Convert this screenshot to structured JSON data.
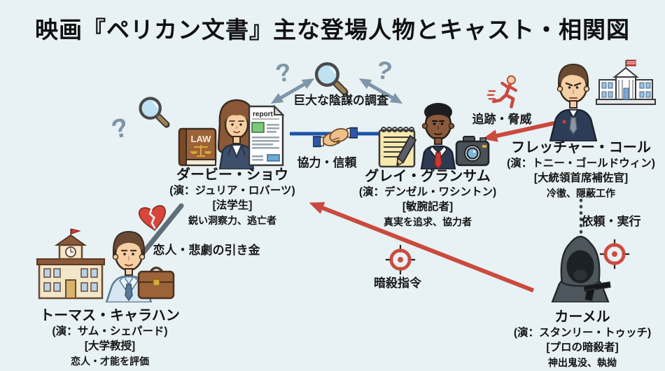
{
  "page": {
    "title": "映画『ペリカン文書』主な登場人物とキャスト・相関図"
  },
  "characters": {
    "darby": {
      "name": "ダービー・ショウ",
      "cast": "(演：ジュリア・ロバーツ)",
      "role": "[法学生]",
      "trait": "鋭い洞察力、逃亡者",
      "book_label": "LAW",
      "report_label": "report"
    },
    "gray": {
      "name": "グレイ・グランサム",
      "cast": "(演：デンゼル・ワシントン)",
      "role": "[敏腕記者]",
      "trait": "真実を追求、協力者"
    },
    "fletcher": {
      "name": "フレッチャー・コール",
      "cast": "(演：トニー・ゴールドウィン)",
      "role": "[大統領首席補佐官]",
      "trait": "冷徹、隠蔽工作"
    },
    "thomas": {
      "name": "トーマス・キャラハン",
      "cast": "(演：サム・シェパード)",
      "role": "[大学教授]",
      "trait": "恋人・才能を評価"
    },
    "khamel": {
      "name": "カーメル",
      "cast": "(演：スタンリー・トゥッチ)",
      "role": "[プロの暗殺者]",
      "trait": "神出鬼没、執拗"
    }
  },
  "relationships": {
    "investigation": "巨大な陰謀の調査",
    "cooperation": "協力・信頼",
    "pursuit": "追跡・脅威",
    "request": "依頼・実行",
    "assassination": "暗殺指令",
    "lover": "恋人・悲劇の引き金"
  },
  "icons": {
    "question_mark": "?",
    "magnifier": "🔍",
    "handshake": "🤝",
    "runner": "🏃",
    "broken_heart": "💔",
    "target": "🎯"
  },
  "colors": {
    "background": "#e8f1f3",
    "arrow_red": "#c94a3f",
    "line_blue": "#1c55a8",
    "arrow_gray": "#7e96a8",
    "text": "#141414"
  }
}
